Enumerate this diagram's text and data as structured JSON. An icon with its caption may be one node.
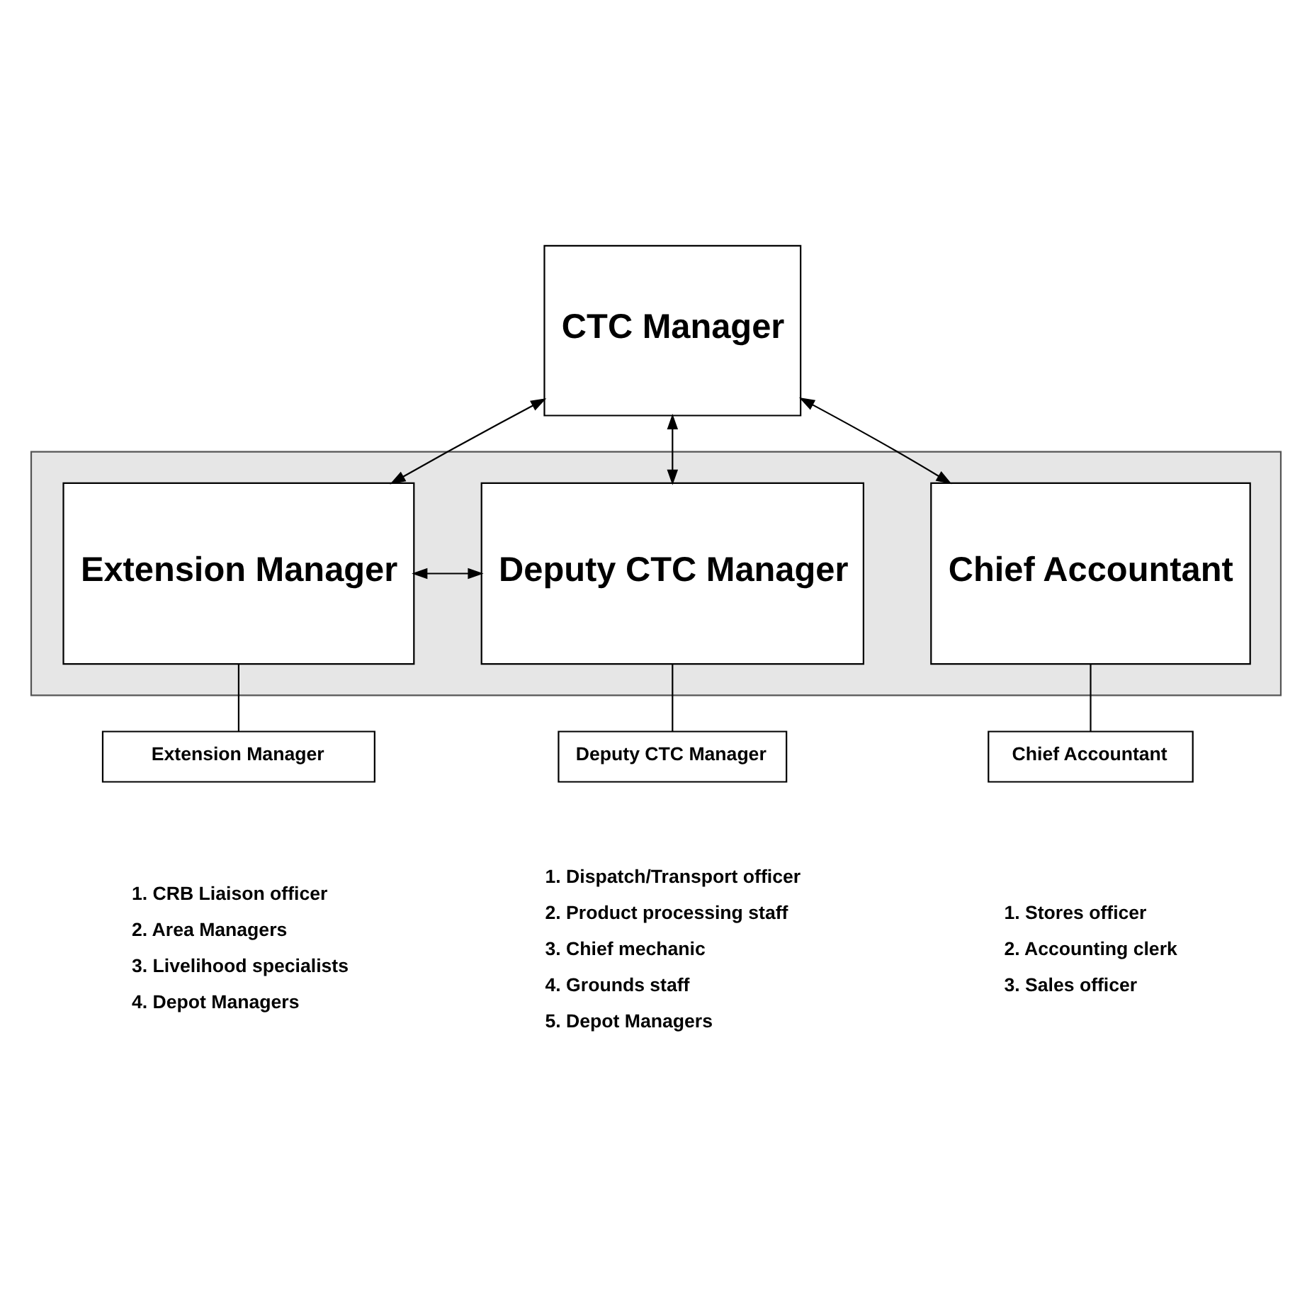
{
  "diagram": {
    "nodes": [
      {
        "text": [
          "CTC Manager"
        ]
      },
      {
        "text": [],
        "shape": "box"
      },
      {
        "text": [
          "Extension Manager"
        ],
        "in": 1
      },
      {
        "text": [
          "Deputy CTC Manager"
        ],
        "in": 1
      },
      {
        "text": [
          "Chief Accountant"
        ],
        "in": 1
      },
      {
        "text": [
          "Extension Manager"
        ],
        "beside": [
          "1. CRB Liaison officer",
          "2. Area Managers",
          "3. Livelihood specialists",
          "4. Depot Managers"
        ]
      },
      {
        "text": [
          "Deputy CTC Manager"
        ],
        "beside": [
          "1. Dispatch/Transport officer",
          "2. Product processing staff",
          "3. Chief mechanic",
          "4. Grounds staff",
          "5. Depot Managers"
        ]
      },
      {
        "text": [
          "Chief Accountant"
        ],
        "beside": [
          "1. Stores officer",
          "2. Accounting clerk",
          "3. Sales officer"
        ]
      }
    ],
    "edges": [
      {
        "from": 0,
        "to": 2,
        "arrow": "both"
      },
      {
        "from": 0,
        "to": 3,
        "arrow": "both"
      },
      {
        "from": 0,
        "to": 4,
        "arrow": "both"
      },
      {
        "from": 2,
        "to": 3,
        "arrow": "both"
      },
      {
        "from": 2,
        "to": 5,
        "arrow": "none"
      },
      {
        "from": 3,
        "to": 6,
        "arrow": "none"
      },
      {
        "from": 4,
        "to": 7,
        "arrow": "none"
      }
    ]
  }
}
